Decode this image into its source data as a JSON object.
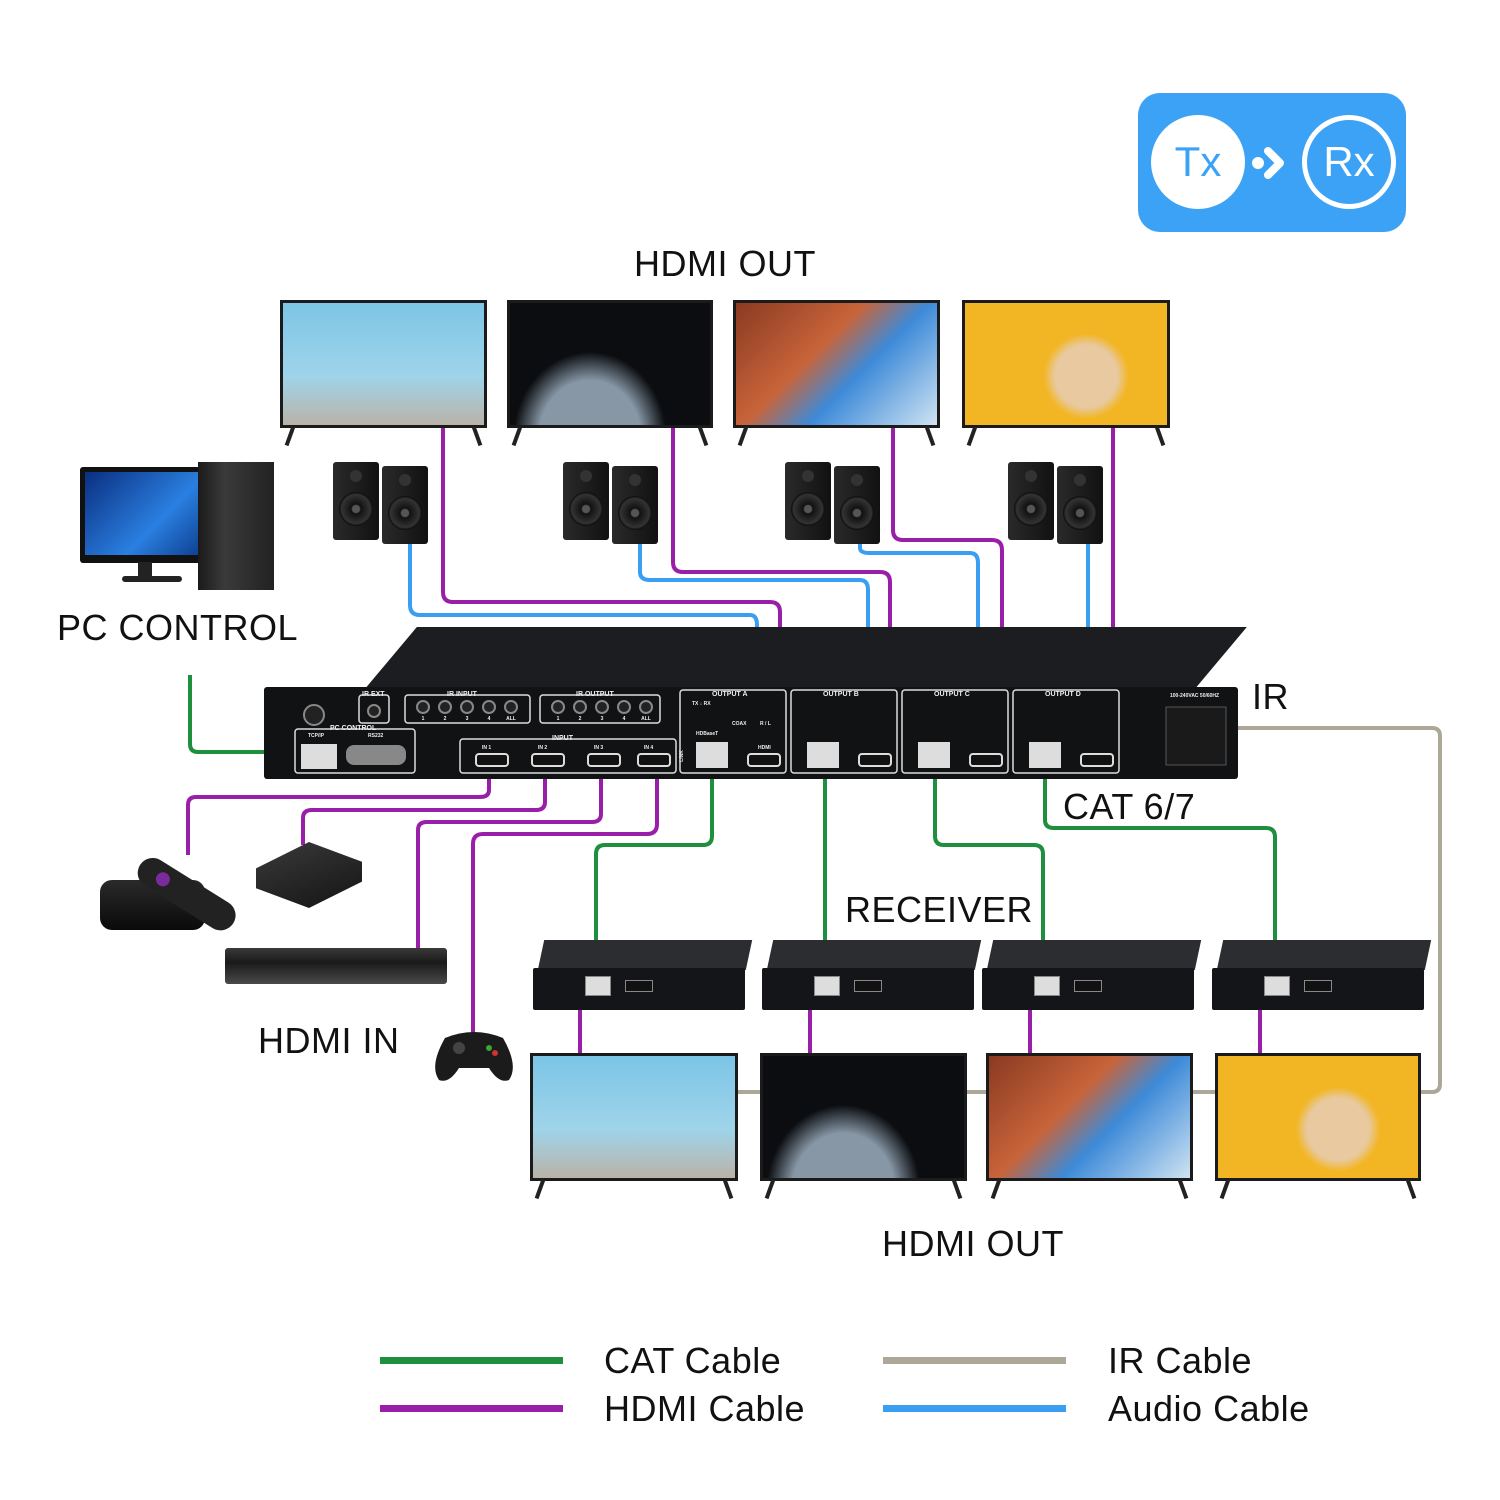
{
  "badge": {
    "tx": "Tx",
    "rx": "Rx",
    "color": "#3ba2f5"
  },
  "labels": {
    "hdmi_out_top": "HDMI OUT",
    "pc_control": "PC CONTROL",
    "ir": "IR",
    "cat": "CAT 6/7",
    "receiver": "RECEIVER",
    "hdmi_in": "HDMI IN",
    "hdmi_out_bottom": "HDMI OUT"
  },
  "matrix": {
    "ir_ext": "IR EXT",
    "ir_input": "IR INPUT",
    "ir_output": "IR OUTPUT",
    "jack_numbers": [
      "1",
      "2",
      "3",
      "4",
      "ALL"
    ],
    "pc_control": "PC CONTROL",
    "tcpip": "TCP/IP",
    "rs232": "RS232",
    "input": "INPUT",
    "inputs": [
      "IN 1",
      "IN 2",
      "IN 3",
      "IN 4"
    ],
    "outputs": [
      {
        "title": "OUTPUT A",
        "letter": "A"
      },
      {
        "title": "OUTPUT B",
        "letter": "B"
      },
      {
        "title": "OUTPUT C",
        "letter": "C"
      },
      {
        "title": "OUTPUT D",
        "letter": "D"
      }
    ],
    "tx_rx": "TX ↓ RX",
    "coax": "COAX",
    "rl": "R / L",
    "hdbaset": "HDBaseT",
    "hdmi": "HDMI",
    "link": "LINK",
    "power": "100-240VAC 50/60HZ"
  },
  "legend": [
    {
      "label": "CAT Cable",
      "color": "#1d8f3d"
    },
    {
      "label": "HDMI Cable",
      "color": "#9a1fa8"
    },
    {
      "label": "IR Cable",
      "color": "#aca796"
    },
    {
      "label": "Audio Cable",
      "color": "#3a9ff0"
    }
  ]
}
